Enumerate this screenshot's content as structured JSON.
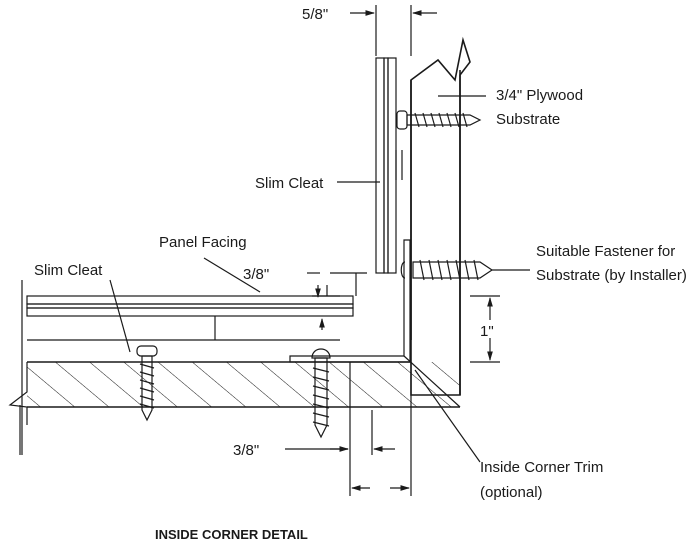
{
  "diagram": {
    "title": "INSIDE CORNER DETAIL",
    "labels": {
      "dim_top": "5/8\"",
      "plywood_line1": "3/4\" Plywood",
      "plywood_line2": "Substrate",
      "slim_cleat_vertical": "Slim Cleat",
      "panel_facing": "Panel Facing",
      "slim_cleat_horizontal": "Slim Cleat",
      "dim_mid": "3/8\"",
      "fastener_line1": "Suitable Fastener for",
      "fastener_line2": "Substrate (by Installer)",
      "dim_one_inch": "1\"",
      "dim_bottom": "3/8\"",
      "trim_line1": "Inside Corner Trim",
      "trim_line2": "(optional)"
    }
  }
}
